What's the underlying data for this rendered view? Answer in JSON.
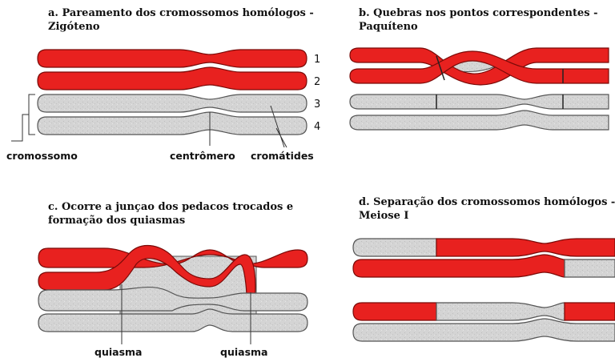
{
  "panels": {
    "a": {
      "title_line1": "a. Pareamento dos cromossomos homólogos -",
      "title_line2": "Zigóteno",
      "numbers": [
        "1",
        "2",
        "3",
        "4"
      ],
      "labels": {
        "cromossomo": "cromossomo",
        "centromero": "centrômero",
        "cromatides": "cromátides"
      }
    },
    "b": {
      "title_line1": "b. Quebras nos pontos correspondentes -",
      "title_line2": "Paquíteno"
    },
    "c": {
      "title_line1": "c. Ocorre a junçao dos pedacos trocados e",
      "title_line2": "formação dos quiasmas",
      "labels": {
        "quiasma_left": "quiasma",
        "quiasma_right": "quiasma"
      }
    },
    "d": {
      "title_line1": "d. Separação dos cromossomos homólogos -",
      "title_line2": "Meiose I"
    }
  },
  "colors": {
    "red": "#e8211f",
    "red_stroke": "#7a0a08",
    "gray": "#d2d2d2",
    "gray_stroke": "#555555"
  }
}
